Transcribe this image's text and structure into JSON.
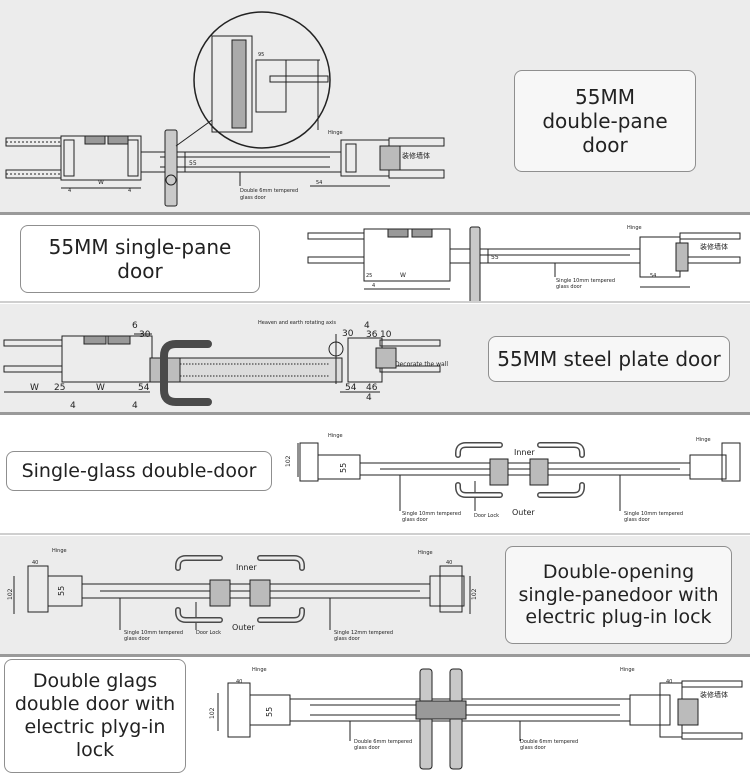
{
  "panels": [
    {
      "title": "55MM double-pane door",
      "title_lines": [
        "55MM",
        "double-pane",
        "door"
      ],
      "annotations": {
        "hinge": "Hinge",
        "glass_note_1": "Double 6mm tempered",
        "glass_note_2": "glass door",
        "wall": "装修墙体",
        "w": "W",
        "dims": [
          "54",
          "55",
          "4",
          "4",
          "95"
        ]
      }
    },
    {
      "title": "55MM single-pane door",
      "title_lines": [
        "55MM single-pane",
        "door"
      ],
      "annotations": {
        "hinge": "Hinge",
        "glass_note_1": "Single 10mm tempered",
        "glass_note_2": "glass door",
        "wall": "装修墙体",
        "w": "W",
        "dims": [
          "54",
          "55",
          "25",
          "4"
        ]
      }
    },
    {
      "title": "55MM steel plate door",
      "title_lines": [
        "55MM steel plate door"
      ],
      "annotations": {
        "axis": "Heaven and earth rotating axis",
        "wall": "Decorate the wall",
        "w1": "W",
        "w2": "W",
        "dims_top": [
          "6",
          "30",
          "30",
          "4",
          "36",
          "10"
        ],
        "dims_bottom": [
          "25",
          "54",
          "54",
          "46",
          "4",
          "4",
          "4"
        ]
      }
    },
    {
      "title": "Single-glass double-door",
      "title_lines": [
        "Single-glass double-door"
      ],
      "annotations": {
        "hinge_left": "Hinge",
        "hinge_right": "Hinge",
        "inner": "Inner",
        "outer": "Outer",
        "door_lock": "Door Lock",
        "glass_left_1": "Single 10mm tempered",
        "glass_left_2": "glass door",
        "glass_right_1": "Single 10mm tempered",
        "glass_right_2": "glass door",
        "dims": [
          "102",
          "55"
        ]
      }
    },
    {
      "title": "Double-opening single-panedoor with electric plug-in lock",
      "title_lines": [
        "Double-opening",
        "single-panedoor with",
        "electric plug-in lock"
      ],
      "annotations": {
        "hinge_left": "Hinge",
        "hinge_right": "Hinge",
        "inner": "Inner",
        "outer": "Outer",
        "door_lock": "Door Lock",
        "glass_left_1": "Single 10mm tempered",
        "glass_left_2": "glass door",
        "glass_right_1": "Single 12mm tempered",
        "glass_right_2": "glass door",
        "dims": [
          "40",
          "102",
          "55",
          "40",
          "102"
        ]
      }
    },
    {
      "title": "Double glags double door with electric plyg-in lock",
      "title_lines": [
        "Double glags",
        "double door with",
        "electric plyg-in",
        "lock"
      ],
      "annotations": {
        "hinge_left": "Hinge",
        "hinge_right": "Hinge",
        "glass_left_1": "Double 6mm tempered",
        "glass_left_2": "glass door",
        "glass_right_1": "Double 6mm tempered",
        "glass_right_2": "glass door",
        "wall": "装修墙体",
        "dims": [
          "40",
          "102",
          "55",
          "40"
        ]
      }
    }
  ],
  "colors": {
    "band_grey": "#ececec",
    "line": "#222222",
    "box_border": "#8f8f8f",
    "handle": "#4a4a4a"
  }
}
